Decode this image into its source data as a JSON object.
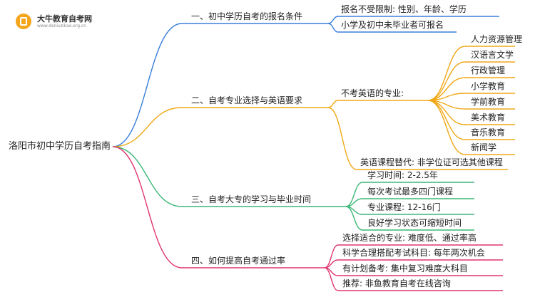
{
  "logo": {
    "name": "大牛教育自考网",
    "url": "www.daniuzikao.org.cn",
    "colors": {
      "badge": "#f3a51c"
    }
  },
  "root": "洛阳市初中学历自考指南",
  "branches": [
    {
      "label": "一、初中学历自考的报名条件",
      "color": "#3a7fd9",
      "children": [
        {
          "label": "报名不受限制: 性别、年龄、学历"
        },
        {
          "label": "小学及初中未毕业者可报名"
        }
      ]
    },
    {
      "label": "二、自考专业选择与英语要求",
      "color": "#f0a818",
      "children": [
        {
          "label": "不考英语的专业:",
          "children": [
            "人力资源管理",
            "汉语言文学",
            "行政管理",
            "小学教育",
            "学前教育",
            "美术教育",
            "音乐教育",
            "新闻学"
          ]
        },
        {
          "label": "英语课程替代: 非学位证可选其他课程"
        }
      ]
    },
    {
      "label": "三、自考大专的学习与毕业时间",
      "color": "#3cb878",
      "children": [
        {
          "label": "学习时间: 2-2.5年"
        },
        {
          "label": "每次考试最多四门课程"
        },
        {
          "label": "专业课程: 12-16门"
        },
        {
          "label": "良好学习状态可缩短时间"
        }
      ]
    },
    {
      "label": "四、如何提高自考通过率",
      "color": "#e0356f",
      "children": [
        {
          "label": "选择适合的专业: 难度低、通过率高"
        },
        {
          "label": "科学合理搭配考试科目: 每年两次机会"
        },
        {
          "label": "有计划备考: 集中复习难度大科目"
        },
        {
          "label": "推荐: 非鱼教育自考在线咨询"
        }
      ]
    }
  ]
}
